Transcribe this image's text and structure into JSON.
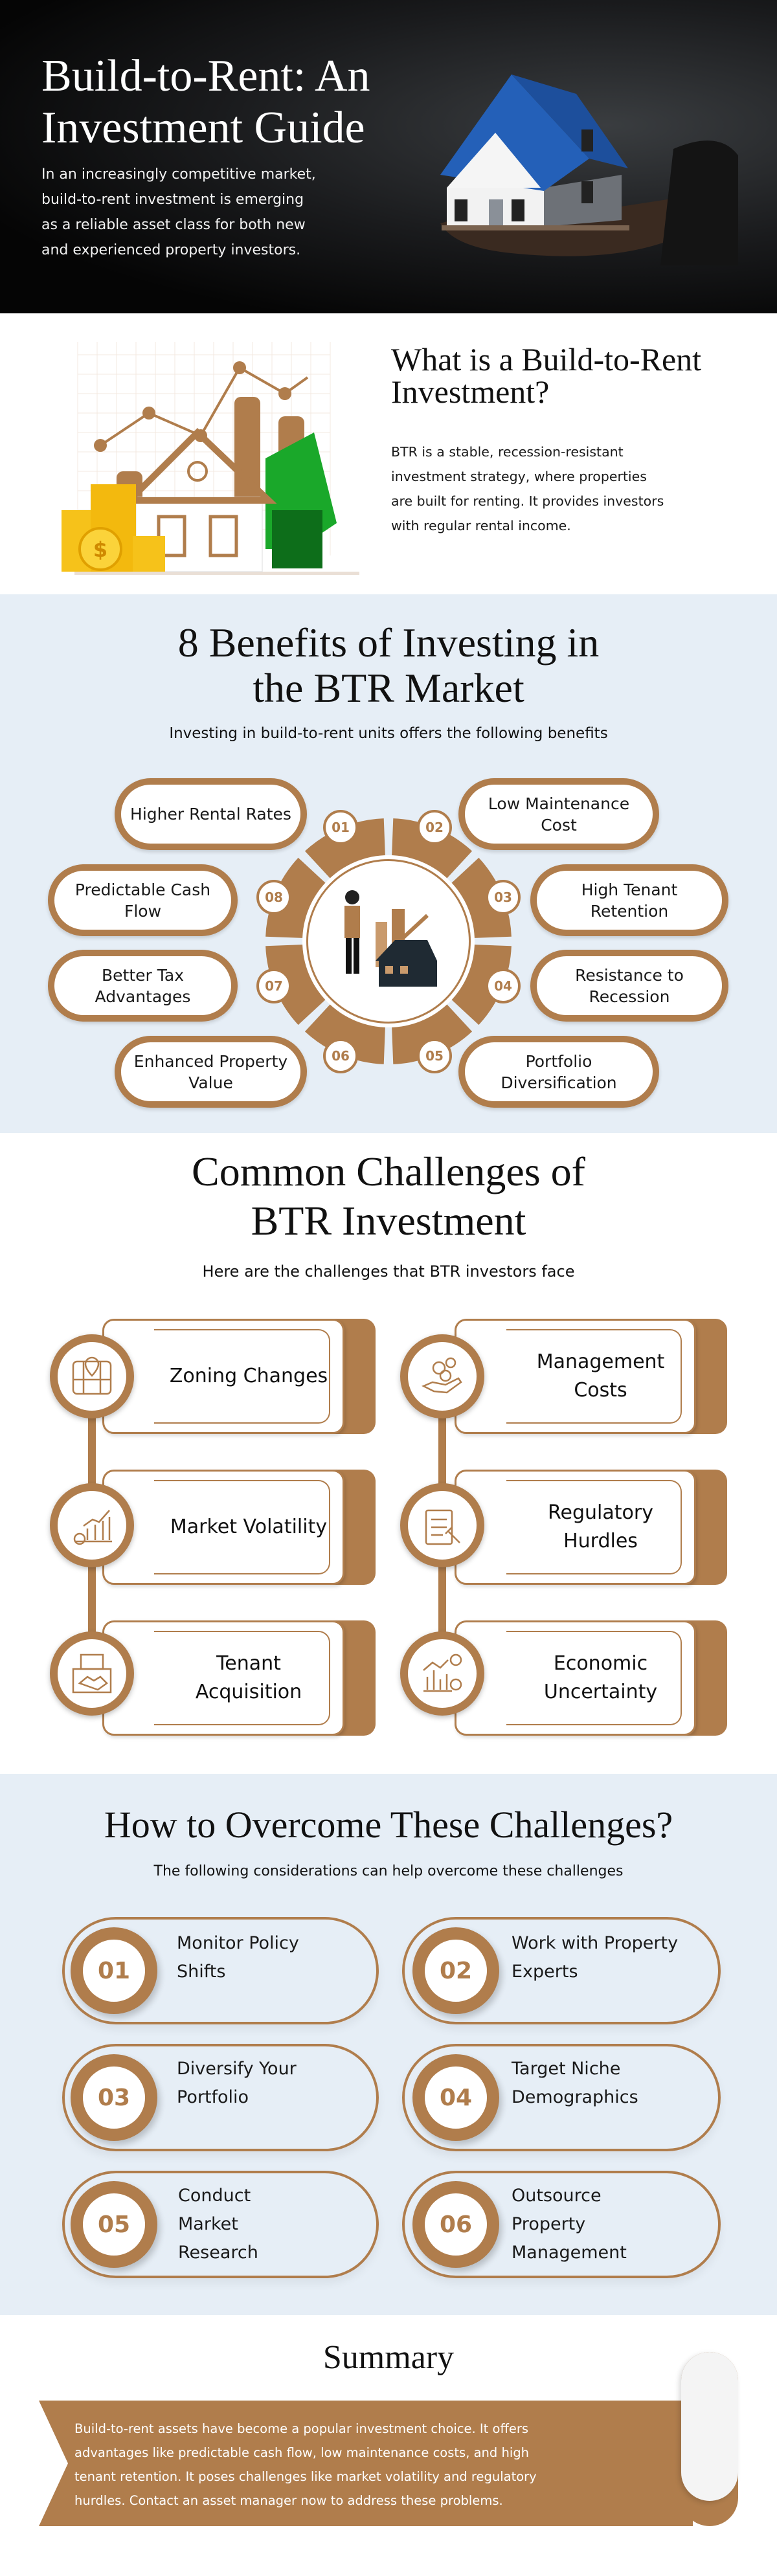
{
  "colors": {
    "accent": "#b07d4c",
    "section_bg": "#e6eef6",
    "hero_bg": "#0a0a0a"
  },
  "hero": {
    "title_line1": "Build-to-Rent: An",
    "title_line2": "Investment Guide",
    "paragraph_lines": [
      "In an increasingly competitive market,",
      "build-to-rent investment is emerging",
      "as a reliable asset class for both new",
      "and experienced property investors."
    ]
  },
  "whatis": {
    "title_line1": "What is a Build-to-Rent",
    "title_line2": "Investment?",
    "paragraph_lines": [
      "BTR is a stable, recession-resistant",
      "investment strategy, where properties",
      "are built for renting. It provides investors",
      "with regular rental income."
    ]
  },
  "benefits": {
    "title_line1": "8 Benefits of Investing in",
    "title_line2": "the BTR Market",
    "subtitle": "Investing in build-to-rent units offers the following benefits",
    "items": [
      {
        "num": "01",
        "label": "Higher Rental Rates"
      },
      {
        "num": "02",
        "label": "Low Maintenance Cost"
      },
      {
        "num": "03",
        "label": "High Tenant Retention"
      },
      {
        "num": "04",
        "label": "Resistance to Recession"
      },
      {
        "num": "05",
        "label": "Portfolio Diversification"
      },
      {
        "num": "06",
        "label": "Enhanced Property Value"
      },
      {
        "num": "07",
        "label": "Better Tax Advantages"
      },
      {
        "num": "08",
        "label": "Predictable Cash Flow"
      }
    ]
  },
  "challenges": {
    "title_line1": "Common Challenges of",
    "title_line2": "BTR Investment",
    "subtitle": "Here are the challenges that BTR investors face",
    "items": [
      {
        "label": "Zoning Changes",
        "icon": "map-pin-icon"
      },
      {
        "label": "Market Volatility",
        "icon": "chart-coins-icon"
      },
      {
        "label": "Tenant Acquisition",
        "icon": "handshake-icon"
      },
      {
        "label": "Management Costs",
        "icon": "hand-gears-icon"
      },
      {
        "label": "Regulatory Hurdles",
        "icon": "checklist-gavel-icon"
      },
      {
        "label": "Economic Uncertainty",
        "icon": "chart-question-icon"
      }
    ]
  },
  "overcome": {
    "title": "How to Overcome These Challenges?",
    "subtitle": "The following considerations can help overcome these challenges",
    "items": [
      {
        "num": "01",
        "label": "Monitor Policy Shifts"
      },
      {
        "num": "02",
        "label": "Work with Property Experts"
      },
      {
        "num": "03",
        "label": "Diversify Your Portfolio"
      },
      {
        "num": "04",
        "label": "Target Niche Demographics"
      },
      {
        "num": "05",
        "label": "Conduct Market Research"
      },
      {
        "num": "06",
        "label": "Outsource Property Management"
      }
    ]
  },
  "summary": {
    "title": "Summary",
    "text_lines": [
      "Build-to-rent assets have become a popular investment choice. It offers",
      "advantages like predictable cash flow, low maintenance costs, and high",
      "tenant retention. It poses challenges like market volatility and regulatory",
      "hurdles. Contact an asset manager now to address these problems."
    ]
  }
}
